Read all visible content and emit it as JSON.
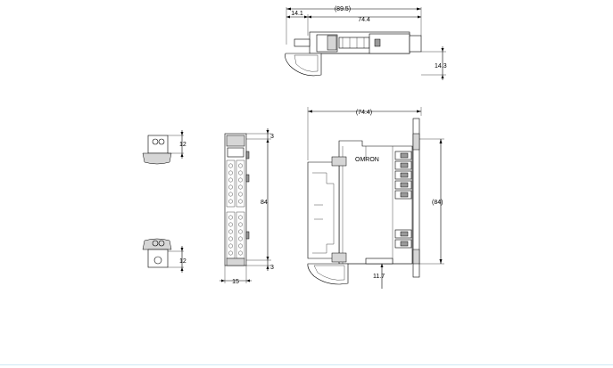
{
  "dimensions": {
    "top_overall": "(89.5)",
    "top_left": "14.1",
    "top_body": "74.4",
    "top_right_height": "14.3",
    "side_width": "(74.4)",
    "side_height": "(84)",
    "side_bottom": "11.7",
    "clip_top": "12",
    "clip_bottom": "12",
    "front_top_gap": "3",
    "front_height": "84",
    "front_bottom_gap": "3",
    "front_width": "15"
  },
  "labels": {
    "brand": "OMRON"
  }
}
